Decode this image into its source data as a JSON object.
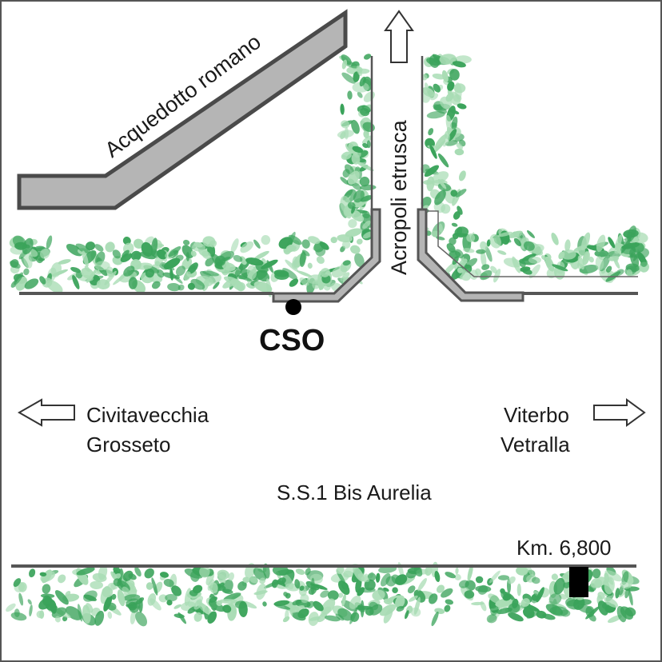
{
  "map": {
    "labels": {
      "aqueduct": "Acquedotto romano",
      "acropolis": "Acropoli etrusca",
      "cso": "CSO",
      "west_line1": "Civitavecchia",
      "west_line2": "Grosseto",
      "east_line1": "Viterbo",
      "east_line2": "Vetralla",
      "road": "S.S.1 Bis Aurelia",
      "km": "Km. 6,800"
    },
    "colors": {
      "road_line": "#555555",
      "aqueduct_fill": "#b5b5b5",
      "aqueduct_stroke": "#4a4a4a",
      "vegetation_dark": "#3aa35a",
      "vegetation_light": "#a8dcb4",
      "marker": "#000000"
    },
    "icons": [
      "arrow-up-icon",
      "arrow-left-icon",
      "arrow-right-icon",
      "site-marker-icon",
      "km-marker-icon"
    ]
  }
}
